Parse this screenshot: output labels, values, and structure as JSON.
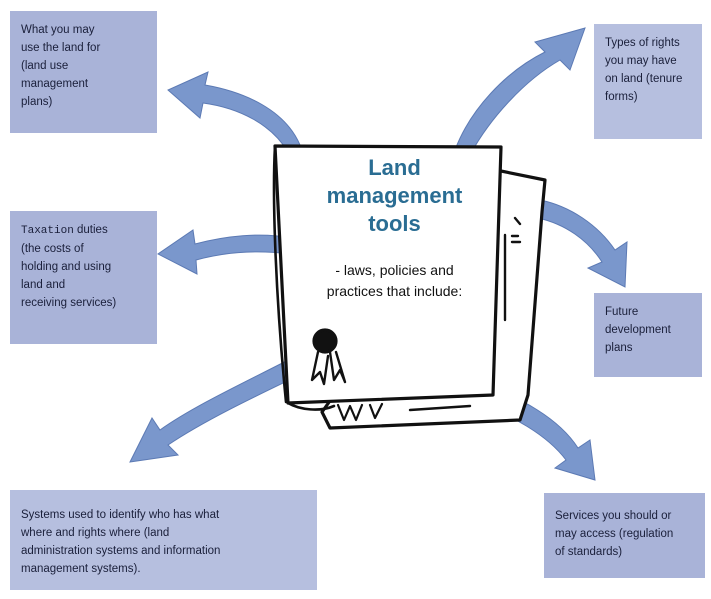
{
  "diagram": {
    "center": {
      "title_lines": [
        "Land",
        "management",
        "tools"
      ],
      "subtitle_lines": [
        "- laws, policies and",
        "practices that include:"
      ]
    },
    "boxes": {
      "land_use": {
        "lines": [
          "What you may",
          "use the land for",
          "(land use",
          "management",
          "plans)"
        ]
      },
      "tenure": {
        "lines": [
          "Types of rights",
          "you may have",
          "on land (tenure",
          "forms)"
        ]
      },
      "taxation": {
        "first_word": "Taxation",
        "first_rest": " duties",
        "lines": [
          "(the costs of",
          "holding and using",
          "land and",
          "receiving services)"
        ]
      },
      "future": {
        "lines": [
          "Future",
          "development",
          "plans"
        ]
      },
      "systems": {
        "lines": [
          "Systems used to identify who has what",
          "where and rights where (land",
          "administration systems and information",
          "management systems)."
        ]
      },
      "services": {
        "lines": [
          "Services you should or",
          "may access (regulation",
          "of standards)"
        ]
      }
    },
    "colors": {
      "box_fill": "#a9b3d8",
      "arrow_fill": "#6f8fc8",
      "title_color": "#2a6d93",
      "ink": "#111111"
    },
    "icons": [
      "seal-icon",
      "document-icon"
    ]
  }
}
